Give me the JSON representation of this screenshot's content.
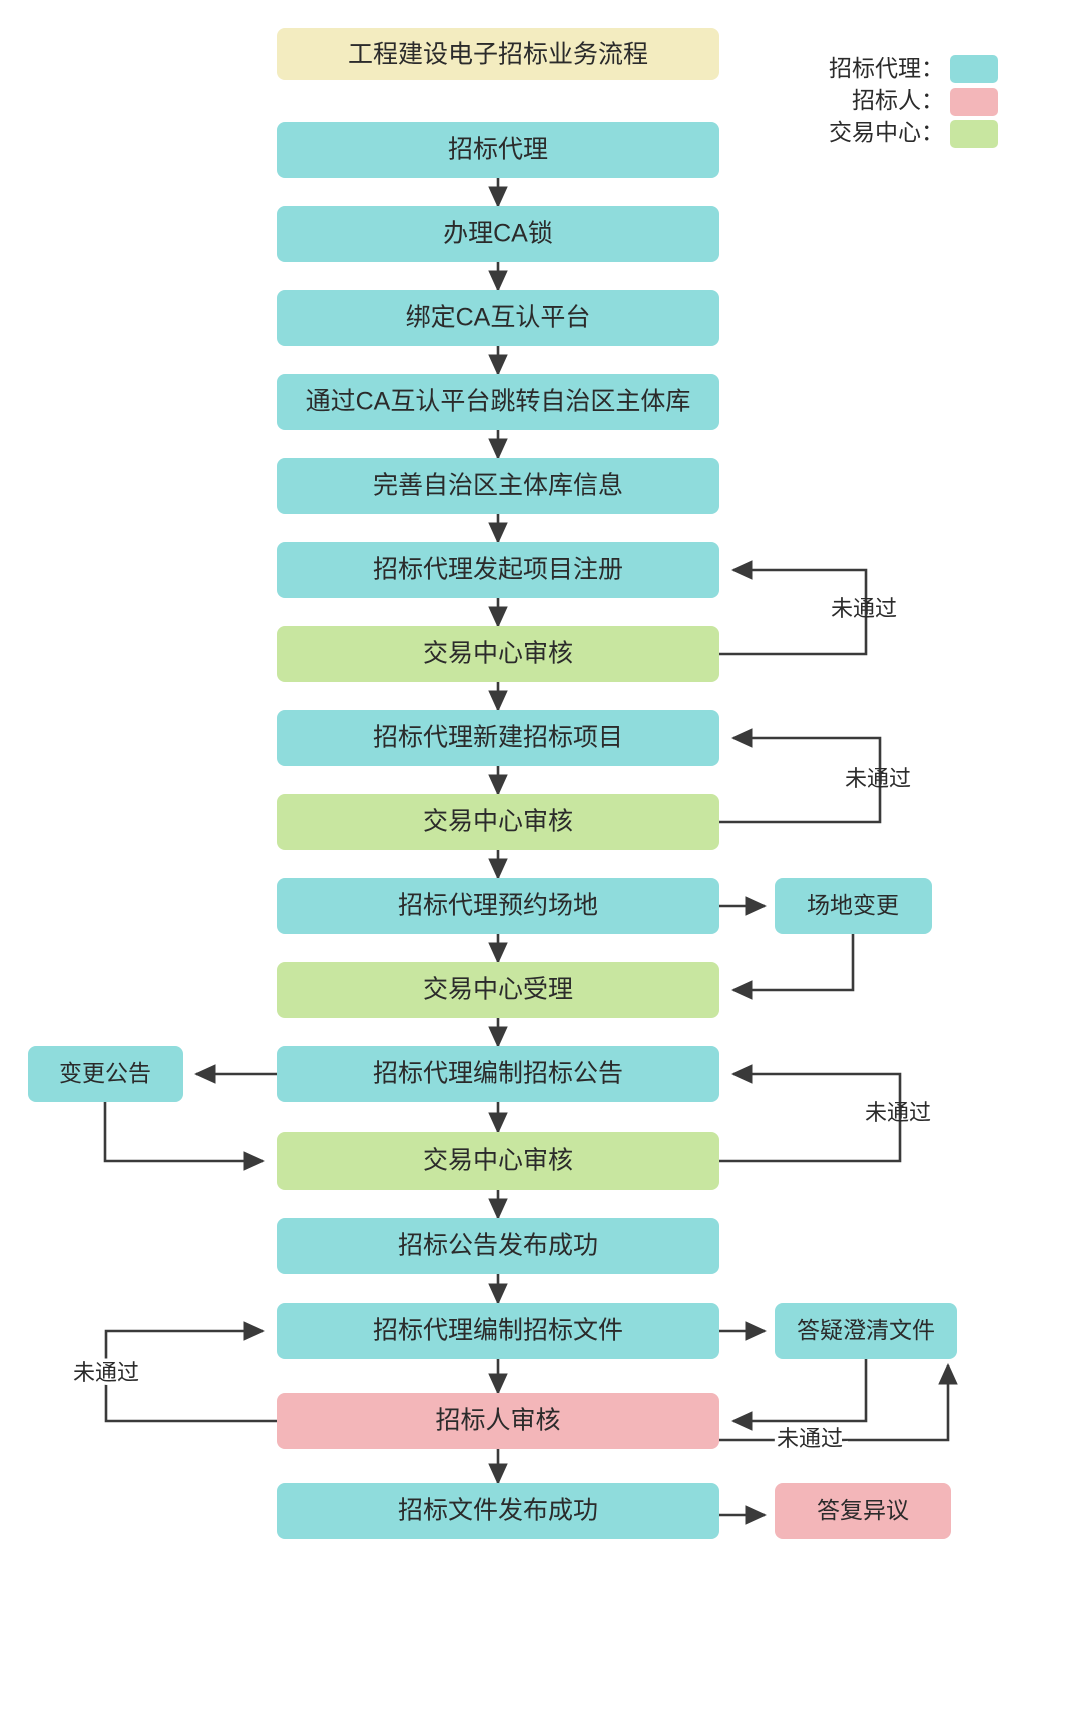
{
  "title_box": {
    "label": "工程建设电子招标业务流程",
    "color": "#f3ecc0"
  },
  "palette": {
    "agent": "#8fdcdc",
    "bidder": "#f3b6b9",
    "center": "#c8e6a0",
    "title": "#f3ecc0",
    "line": "#3a3a3a",
    "text": "#2b2b2b",
    "background": "#ffffff"
  },
  "legend": {
    "items": [
      {
        "label": "招标代理：",
        "color": "#8fdcdc",
        "key": "agent"
      },
      {
        "label": "招标人：",
        "color": "#f3b6b9",
        "key": "bidder"
      },
      {
        "label": "交易中心：",
        "color": "#c8e6a0",
        "key": "center"
      }
    ]
  },
  "nodes": [
    {
      "id": "n0",
      "label": "招标代理",
      "role": "agent"
    },
    {
      "id": "n1",
      "label": "办理CA锁",
      "role": "agent"
    },
    {
      "id": "n2",
      "label": "绑定CA互认平台",
      "role": "agent"
    },
    {
      "id": "n3",
      "label": "通过CA互认平台跳转自治区主体库",
      "role": "agent"
    },
    {
      "id": "n4",
      "label": "完善自治区主体库信息",
      "role": "agent"
    },
    {
      "id": "n5",
      "label": "招标代理发起项目注册",
      "role": "agent"
    },
    {
      "id": "n6",
      "label": "交易中心审核",
      "role": "center"
    },
    {
      "id": "n7",
      "label": "招标代理新建招标项目",
      "role": "agent"
    },
    {
      "id": "n8",
      "label": "交易中心审核",
      "role": "center"
    },
    {
      "id": "n9",
      "label": "招标代理预约场地",
      "role": "agent"
    },
    {
      "id": "n10",
      "label": "交易中心受理",
      "role": "center"
    },
    {
      "id": "n11",
      "label": "招标代理编制招标公告",
      "role": "agent"
    },
    {
      "id": "n12",
      "label": "交易中心审核",
      "role": "center"
    },
    {
      "id": "n13",
      "label": "招标公告发布成功",
      "role": "agent"
    },
    {
      "id": "n14",
      "label": "招标代理编制招标文件",
      "role": "agent"
    },
    {
      "id": "n15",
      "label": "招标人审核",
      "role": "bidder"
    },
    {
      "id": "n16",
      "label": "招标文件发布成功",
      "role": "agent"
    }
  ],
  "side_nodes": [
    {
      "id": "s_site",
      "label": "场地变更",
      "role": "agent",
      "side": "right"
    },
    {
      "id": "s_notice",
      "label": "变更公告",
      "role": "agent",
      "side": "left"
    },
    {
      "id": "s_clarify",
      "label": "答疑澄清文件",
      "role": "agent",
      "side": "right"
    },
    {
      "id": "s_objection",
      "label": "答复异议",
      "role": "bidder",
      "side": "right"
    }
  ],
  "edge_labels": {
    "reject_1": "未通过",
    "reject_2": "未通过",
    "reject_3": "未通过",
    "reject_4": "未通过",
    "reject_5": "未通过"
  }
}
